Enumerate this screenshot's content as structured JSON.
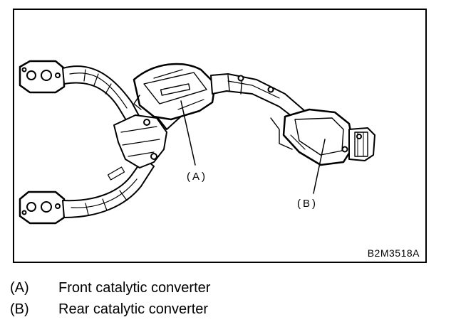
{
  "figure": {
    "code": "B2M3518A",
    "callouts": {
      "a": "(A)",
      "b": "(B)"
    }
  },
  "legend": [
    {
      "key": "(A)",
      "text": "Front catalytic converter"
    },
    {
      "key": "(B)",
      "text": "Rear catalytic converter"
    }
  ],
  "colors": {
    "ink": "#000000",
    "paper": "#ffffff",
    "shade": "#d9d9d9"
  }
}
